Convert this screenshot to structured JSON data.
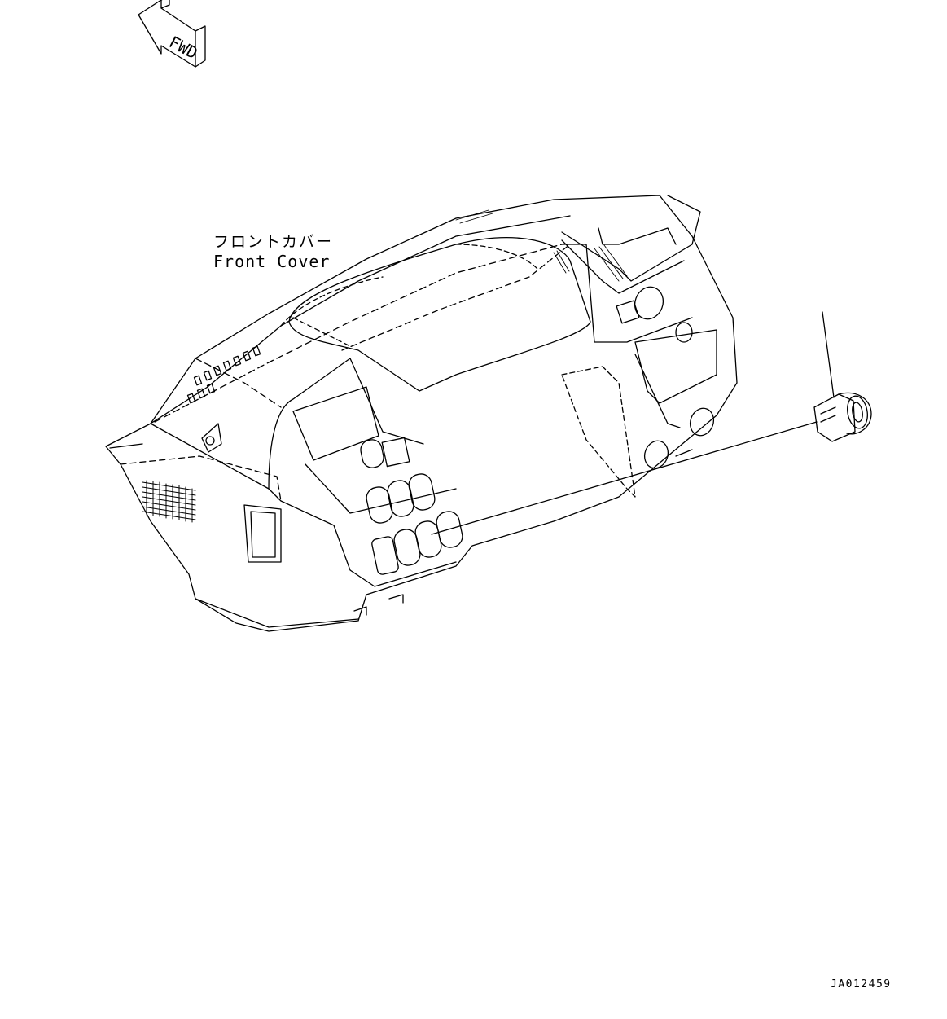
{
  "orientation": {
    "fwd_label": "FWD"
  },
  "part_label": {
    "japanese": "フロントカバー",
    "english": "Front Cover"
  },
  "drawing_number": "JA012459",
  "colors": {
    "line": "#000000",
    "background": "#ffffff"
  }
}
